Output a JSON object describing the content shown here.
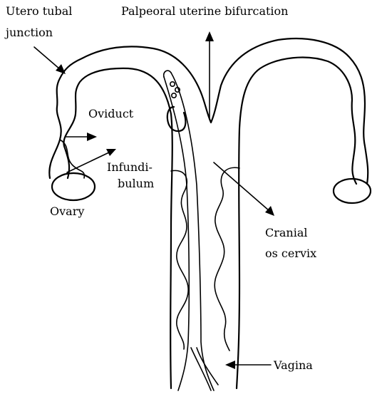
{
  "labels": {
    "utero_tubal_line1": "Utero tubal",
    "utero_tubal_line2": "junction",
    "bifurcation": "Palpeoral uterine bifurcation",
    "oviduct": "Oviduct",
    "infundibulum_line1": "Infundi-",
    "infundibulum_line2": "bulum",
    "ovary": "Ovary",
    "cranial_line1": "Cranial",
    "cranial_line2": "os cervix",
    "vagina": "Vagina"
  },
  "colors": {
    "line": "#000000",
    "background": "#ffffff"
  }
}
